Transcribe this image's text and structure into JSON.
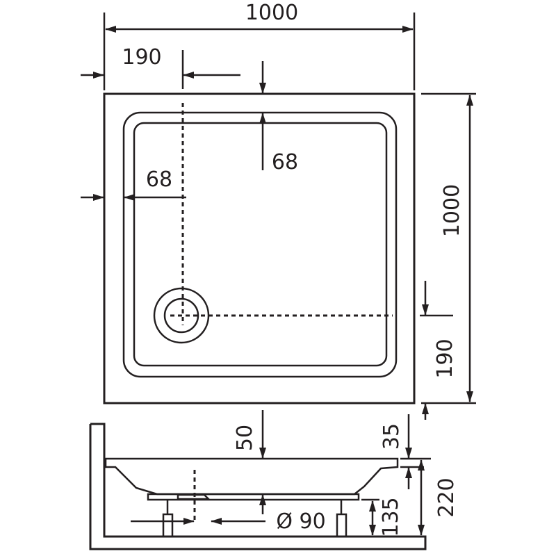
{
  "drawing": {
    "subject": "square shower tray technical drawing",
    "dimensions": {
      "overall_width": "1000",
      "overall_depth": "1000",
      "drain_offset_x": "190",
      "drain_offset_y": "190",
      "rim_width_left": "68",
      "rim_width_top": "68",
      "tray_depth": "50",
      "rim_thickness": "35",
      "total_height": "220",
      "leg_height": "135",
      "drain_diameter": "Ø 90"
    }
  }
}
